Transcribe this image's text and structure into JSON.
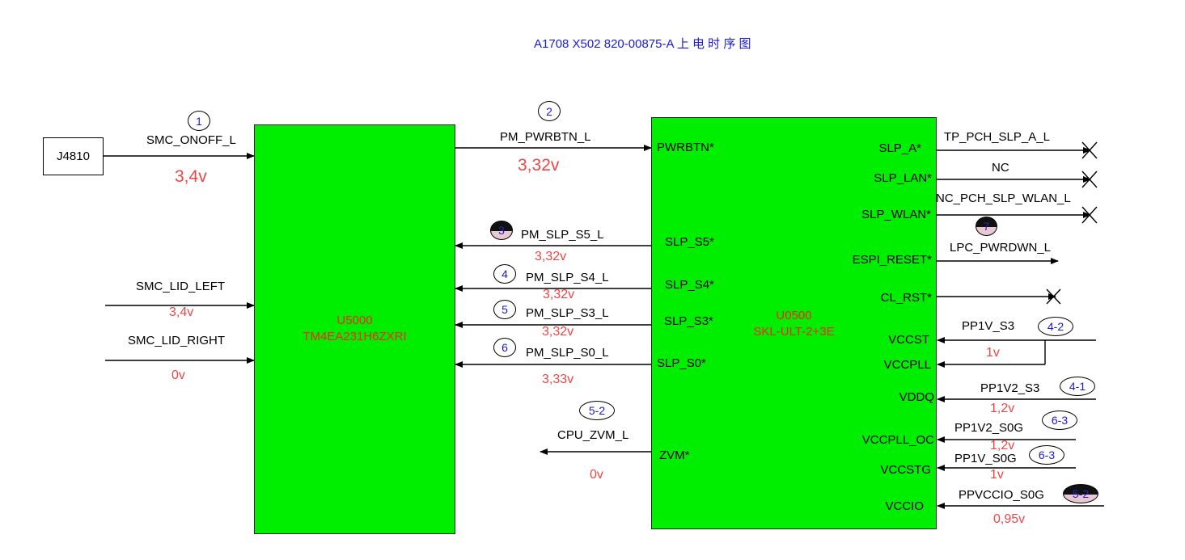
{
  "title": "A1708 X502 820-00875-A  上 电 时 序 图",
  "connector": {
    "label": "J4810"
  },
  "chips": {
    "u5000": {
      "ref": "U5000",
      "part": "TM4EA231H6ZXRI",
      "color": "#00ee00"
    },
    "u0500": {
      "ref": "U0500",
      "part": "SKL-ULT-2+3E",
      "color": "#00ee00"
    }
  },
  "badges": {
    "b1": "1",
    "b2": "2",
    "b3": "3",
    "b4": "4",
    "b5": "5",
    "b6": "6",
    "b52a": "5-2",
    "b7": "7",
    "b42": "4-2",
    "b41": "4-1",
    "b63a": "6-3",
    "b63b": "6-3",
    "b52b": "5-2"
  },
  "signals": {
    "smc_onoff": {
      "label": "SMC_ONOFF_L",
      "voltage": "3,4v"
    },
    "pm_pwrbtn": {
      "label": "PM_PWRBTN_L",
      "voltage": "3,32v"
    },
    "pm_slp_s5": {
      "label": "PM_SLP_S5_L",
      "voltage": "3,32v"
    },
    "pm_slp_s4": {
      "label": "PM_SLP_S4_L",
      "voltage": "3,32v"
    },
    "pm_slp_s3": {
      "label": "PM_SLP_S3_L",
      "voltage": "3,32v"
    },
    "pm_slp_s0": {
      "label": "PM_SLP_S0_L",
      "voltage": "3,33v"
    },
    "smc_lid_left": {
      "label": "SMC_LID_LEFT",
      "voltage": "3,4v"
    },
    "smc_lid_right": {
      "label": "SMC_LID_RIGHT",
      "voltage": "0v"
    },
    "cpu_zvm": {
      "label": "CPU_ZVM_L",
      "voltage": "0v"
    },
    "tp_pch_slp_a": {
      "label": "TP_PCH_SLP_A_L"
    },
    "nc": {
      "label": "NC"
    },
    "nc_pch_slp_wlan": {
      "label": "NC_PCH_SLP_WLAN_L"
    },
    "lpc_pwrdwn": {
      "label": "LPC_PWRDWN_L"
    },
    "pp1v_s3": {
      "label": "PP1V_S3",
      "voltage": "1v"
    },
    "pp1v2_s3": {
      "label": "PP1V2_S3",
      "voltage": "1,2v"
    },
    "pp1v2_s0g": {
      "label": "PP1V2_S0G",
      "voltage": "1,2v"
    },
    "pp1v_s0g": {
      "label": "PP1V_S0G",
      "voltage": "1v"
    },
    "ppvccio_s0g": {
      "label": "PPVCCIO_S0G",
      "voltage": "0,95v"
    }
  },
  "pins": {
    "pwrbtn": "PWRBTN*",
    "slp_s5": "SLP_S5*",
    "slp_s4": "SLP_S4*",
    "slp_s3": "SLP_S3*",
    "slp_s0": "SLP_S0*",
    "zvm": "ZVM*",
    "slp_a": "SLP_A*",
    "slp_lan": "SLP_LAN*",
    "slp_wlan": "SLP_WLAN*",
    "espi_reset": "ESPI_RESET*",
    "cl_rst": "CL_RST*",
    "vccst": "VCCST",
    "vccpll": "VCCPLL",
    "vddq": "VDDQ",
    "vccpll_oc": "VCCPLL_OC",
    "vccstg": "VCCSTG",
    "vccio": "VCCIO"
  }
}
